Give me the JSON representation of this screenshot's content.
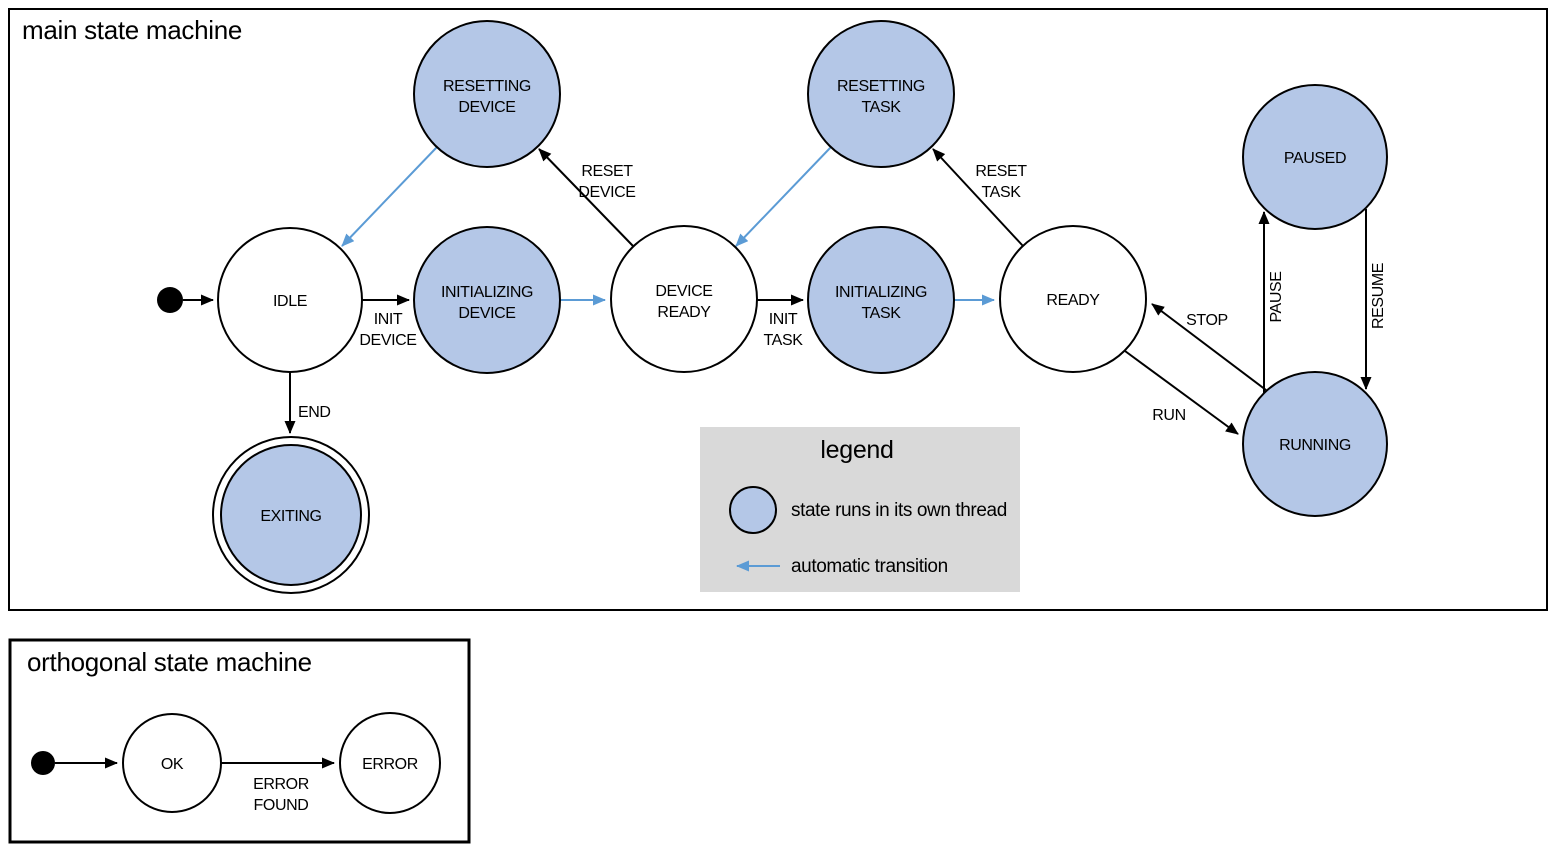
{
  "main": {
    "title": "main state machine",
    "states": {
      "idle": {
        "label": "IDLE"
      },
      "resetting_device": {
        "lines": [
          "RESETTING",
          "DEVICE"
        ]
      },
      "initializing_device": {
        "lines": [
          "INITIALIZING",
          "DEVICE"
        ]
      },
      "device_ready": {
        "lines": [
          "DEVICE",
          "READY"
        ]
      },
      "resetting_task": {
        "lines": [
          "RESETTING",
          "TASK"
        ]
      },
      "initializing_task": {
        "lines": [
          "INITIALIZING",
          "TASK"
        ]
      },
      "ready": {
        "label": "READY"
      },
      "paused": {
        "label": "PAUSED"
      },
      "running": {
        "label": "RUNNING"
      },
      "exiting": {
        "label": "EXITING"
      }
    },
    "transitions": {
      "init_device": {
        "lines": [
          "INIT",
          "DEVICE"
        ]
      },
      "reset_device": {
        "lines": [
          "RESET",
          "DEVICE"
        ]
      },
      "init_task": {
        "lines": [
          "INIT",
          "TASK"
        ]
      },
      "reset_task": {
        "lines": [
          "RESET",
          "TASK"
        ]
      },
      "run": {
        "label": "RUN"
      },
      "stop": {
        "label": "STOP"
      },
      "pause": {
        "label": "PAUSE"
      },
      "resume": {
        "label": "RESUME"
      },
      "end": {
        "label": "END"
      }
    }
  },
  "legend": {
    "title": "legend",
    "items": [
      {
        "label": "state runs in its own thread"
      },
      {
        "label": "automatic transition"
      }
    ]
  },
  "orthogonal": {
    "title": "orthogonal state machine",
    "states": {
      "ok": {
        "label": "OK"
      },
      "error": {
        "label": "ERROR"
      }
    },
    "transitions": {
      "error_found": {
        "lines": [
          "ERROR",
          "FOUND"
        ]
      }
    }
  },
  "colors": {
    "threaded_state_fill": "#b4c7e7",
    "automatic_transition": "#5b9bd5",
    "legend_background": "#d9d9d9",
    "outline": "#000000"
  }
}
